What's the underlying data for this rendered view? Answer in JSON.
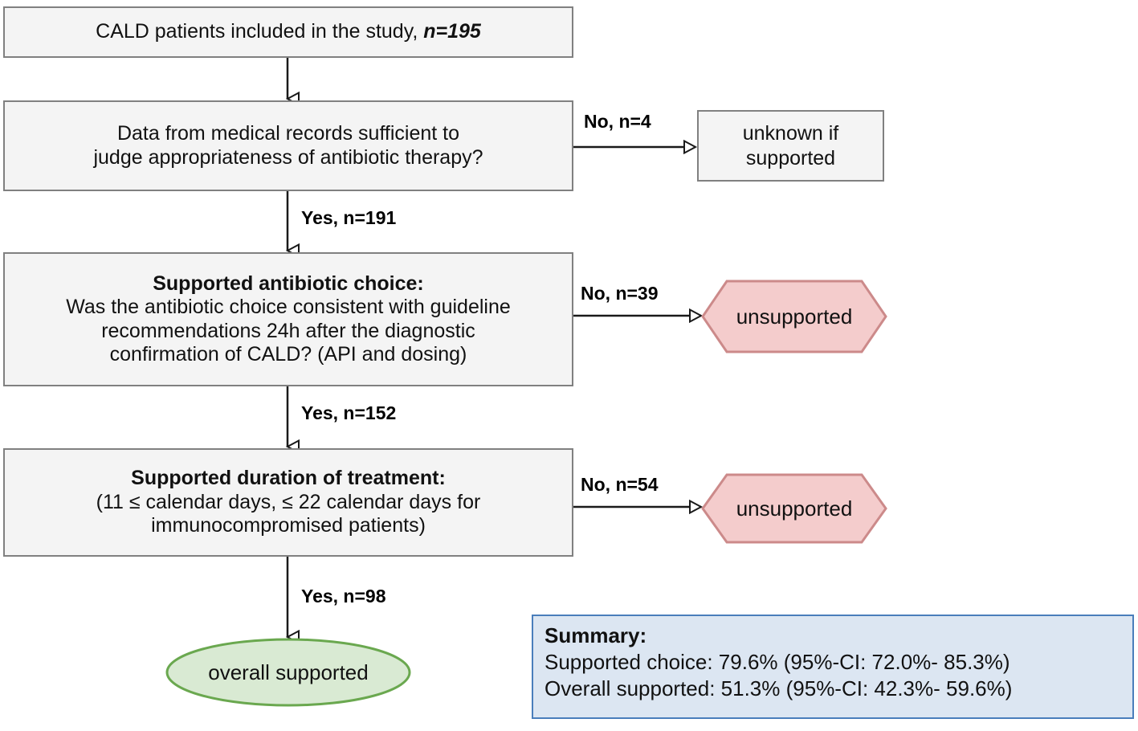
{
  "diagram": {
    "title": "CALD antibiotic therapy appropriateness flowchart",
    "colors": {
      "box_fill": "#f4f4f4",
      "box_border": "#808080",
      "unsupported_fill": "#f4cccc",
      "unsupported_border": "#cc8a8a",
      "supported_fill": "#d9ead3",
      "supported_border": "#6aa84f",
      "summary_fill": "#dce6f2",
      "summary_border": "#4a7ebb",
      "edge": "#333333"
    },
    "nodes": {
      "start": {
        "label_prefix": "CALD patients included in the study, ",
        "label_n": "n=195"
      },
      "decision_data": {
        "line1": "Data from medical records sufficient to",
        "line2": "judge appropriateness of antibiotic therapy?"
      },
      "unknown": {
        "line1": "unknown if",
        "line2": "supported"
      },
      "decision_choice": {
        "heading": "Supported antibiotic choice:",
        "line1": "Was the antibiotic choice consistent with guideline",
        "line2": "recommendations 24h after the diagnostic",
        "line3": "confirmation of CALD? (API and dosing)"
      },
      "unsupported_choice": {
        "label": "unsupported"
      },
      "decision_duration": {
        "heading": "Supported duration of treatment:",
        "line1": "(11 ≤ calendar days,  ≤ 22 calendar days for",
        "line2": "immunocompromised patients)"
      },
      "unsupported_duration": {
        "label": "unsupported"
      },
      "overall": {
        "label": "overall supported"
      }
    },
    "edge_labels": {
      "no_data": "No, n=4",
      "yes_data": "Yes, n=191",
      "no_choice": "No, n=39",
      "yes_choice": "Yes, n=152",
      "no_duration": "No, n=54",
      "yes_duration": "Yes, n=98"
    },
    "summary": {
      "title": "Summary:",
      "line1": "Supported choice: 79.6% (95%-CI: 72.0%- 85.3%)",
      "line2": "Overall supported: 51.3% (95%-CI: 42.3%- 59.6%)"
    }
  },
  "chart_data": {
    "type": "diagram",
    "title": "CALD antibiotic therapy appropriateness flowchart",
    "total_patients": 195,
    "steps": [
      {
        "question": "Data from medical records sufficient to judge appropriateness of antibiotic therapy?",
        "no": 4,
        "no_outcome": "unknown if supported",
        "yes": 191
      },
      {
        "question": "Supported antibiotic choice: Was the antibiotic choice consistent with guideline recommendations 24h after the diagnostic confirmation of CALD? (API and dosing)",
        "no": 39,
        "no_outcome": "unsupported",
        "yes": 152
      },
      {
        "question": "Supported duration of treatment: (11 ≤ calendar days, ≤ 22 calendar days for immunocompromised patients)",
        "no": 54,
        "no_outcome": "unsupported",
        "yes": 98
      }
    ],
    "final_outcome": "overall supported",
    "final_n": 98,
    "summary_stats": [
      {
        "name": "Supported choice",
        "value": 79.6,
        "ci_low": 72.0,
        "ci_high": 85.3,
        "unit": "%"
      },
      {
        "name": "Overall supported",
        "value": 51.3,
        "ci_low": 42.3,
        "ci_high": 59.6,
        "unit": "%"
      }
    ]
  }
}
